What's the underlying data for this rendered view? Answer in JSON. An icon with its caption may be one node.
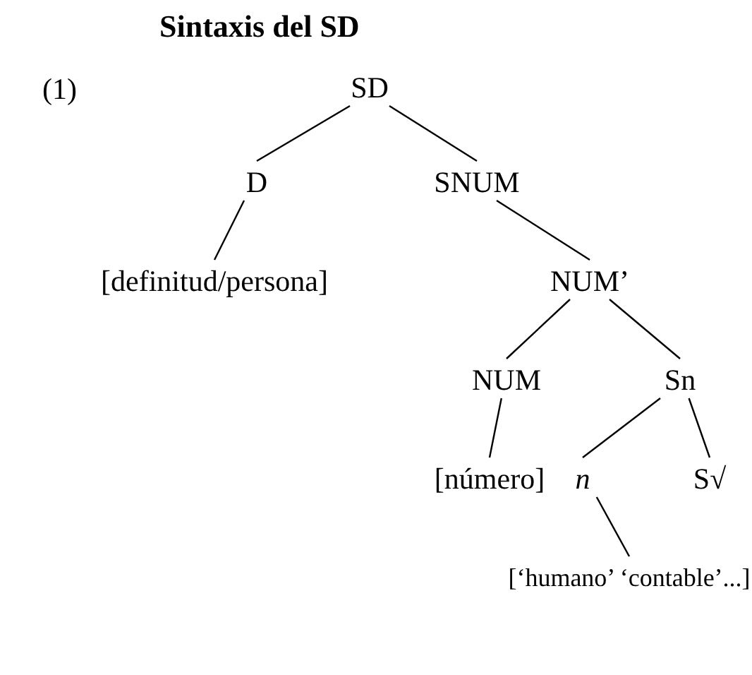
{
  "diagram": {
    "title": "Sintaxis del SD",
    "nodes": [
      {
        "text": [
          "SD"
        ]
      },
      {
        "text": [
          "D"
        ]
      },
      {
        "text": [
          "SNUM"
        ]
      },
      {
        "text": [
          "[definitud/persona]"
        ]
      },
      {
        "text": [
          "NUM’"
        ]
      },
      {
        "text": [
          "NUM"
        ]
      },
      {
        "text": [
          "Sn"
        ]
      },
      {
        "text": [
          "[número]"
        ]
      },
      {
        "text": [
          "n"
        ]
      },
      {
        "text": [
          "S√"
        ]
      },
      {
        "text": [
          "[‘humano’ ‘contable’...]"
        ]
      }
    ],
    "edges": [
      {
        "from": 0,
        "to": 1,
        "arrow": "none"
      },
      {
        "from": 0,
        "to": 2,
        "arrow": "none"
      },
      {
        "from": 1,
        "to": 3,
        "arrow": "none"
      },
      {
        "from": 2,
        "to": 4,
        "arrow": "none"
      },
      {
        "from": 4,
        "to": 5,
        "arrow": "none"
      },
      {
        "from": 4,
        "to": 6,
        "arrow": "none"
      },
      {
        "from": 5,
        "to": 7,
        "arrow": "none"
      },
      {
        "from": 6,
        "to": 8,
        "arrow": "none"
      },
      {
        "from": 6,
        "to": 9,
        "arrow": "none"
      },
      {
        "from": 8,
        "to": 10,
        "arrow": "none"
      }
    ],
    "labels": [
      "(1)"
    ]
  }
}
